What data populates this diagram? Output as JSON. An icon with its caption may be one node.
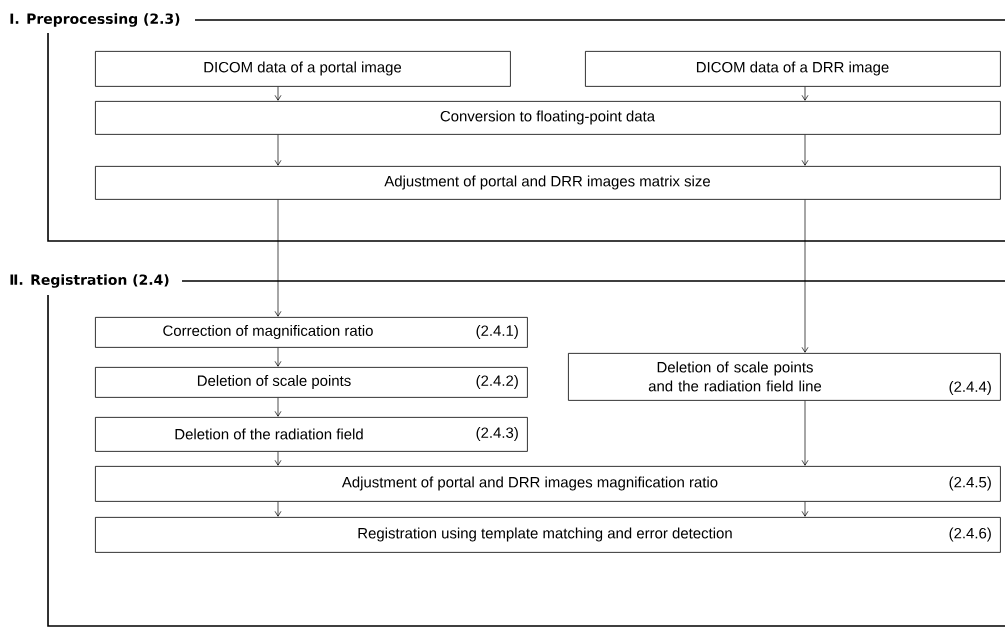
{
  "diagram": {
    "nodes": [
      {
        "text": [
          "Ⅰ. Preprocessing (2.3)"
        ]
      },
      {
        "text": [
          "DICOM data of a portal image"
        ],
        "in": 0
      },
      {
        "text": [
          "DICOM data of a DRR image"
        ],
        "in": 0
      },
      {
        "text": [
          "Conversion to floating-point data"
        ],
        "in": 0
      },
      {
        "text": [
          "Adjustment of portal and DRR images matrix size"
        ],
        "in": 0
      },
      {
        "text": [
          "Ⅱ. Registration (2.4)"
        ]
      },
      {
        "text": [
          "Correction of magnification ratio",
          "(2.4.1)"
        ],
        "in": 5
      },
      {
        "text": [
          "Deletion of scale points",
          "(2.4.2)"
        ],
        "in": 5
      },
      {
        "text": [
          "Deletion of the radiation field",
          "(2.4.3)"
        ],
        "in": 5
      },
      {
        "text": [
          "Deletion of scale points and the radiation field line",
          "(2.4.4)"
        ],
        "in": 5
      },
      {
        "text": [
          "Adjustment of portal and DRR images magnification ratio",
          "(2.4.5)"
        ],
        "in": 5
      },
      {
        "text": [
          "Registration using template matching and error detection",
          "(2.4.6)"
        ],
        "in": 5
      }
    ],
    "edges": [
      {
        "from": 1,
        "to": 3,
        "arrow": "to"
      },
      {
        "from": 2,
        "to": 3,
        "arrow": "to"
      },
      {
        "from": 3,
        "to": 4,
        "arrow": "to"
      },
      {
        "from": 3,
        "to": 4,
        "arrow": "to"
      },
      {
        "from": 4,
        "to": 6,
        "arrow": "to"
      },
      {
        "from": 4,
        "to": 9,
        "arrow": "to"
      },
      {
        "from": 6,
        "to": 7,
        "arrow": "to"
      },
      {
        "from": 7,
        "to": 8,
        "arrow": "to"
      },
      {
        "from": 8,
        "to": 10,
        "arrow": "to"
      },
      {
        "from": 9,
        "to": 10,
        "arrow": "to"
      },
      {
        "from": 10,
        "to": 11,
        "arrow": "to"
      },
      {
        "from": 10,
        "to": 11,
        "arrow": "to"
      }
    ]
  }
}
